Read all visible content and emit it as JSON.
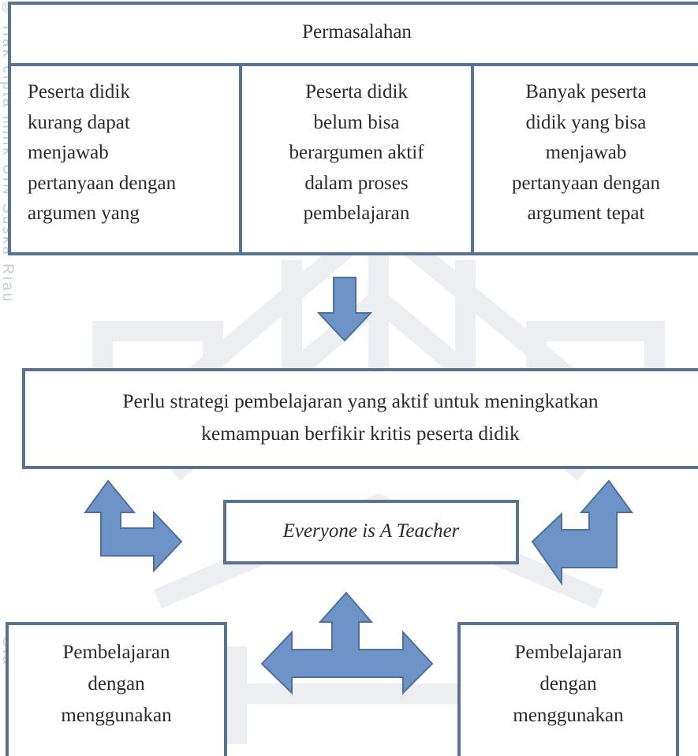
{
  "watermark_text_side": "© Hak cipta milik UIN Suska Riau",
  "watermark_text_bottom": "Sta",
  "colors": {
    "border": "#5a7292",
    "arrow_fill": "#6e93c6",
    "arrow_stroke": "#4f6f9c",
    "watermark": "#eceef1",
    "text": "#2b2b2b"
  },
  "problems": {
    "header": "Permasalahan",
    "items": [
      {
        "lines": [
          "Peserta didik",
          "kurang dapat",
          "menjawab",
          "pertanyaan dengan",
          "argumen yang"
        ]
      },
      {
        "lines": [
          "Peserta didik",
          "belum bisa",
          "berargumen aktif",
          "dalam proses",
          "pembelajaran"
        ]
      },
      {
        "lines": [
          "Banyak peserta",
          "didik yang bisa",
          "menjawab",
          "pertanyaan dengan",
          "argument tepat"
        ]
      }
    ]
  },
  "need": {
    "lines": [
      "Perlu strategi pembelajaran yang aktif untuk meningkatkan",
      "kemampuan berfikir kritis peserta didik"
    ]
  },
  "strategy": {
    "label": "Everyone is A Teacher"
  },
  "learning_left": {
    "lines": [
      "Pembelajaran",
      "dengan",
      "menggunakan"
    ]
  },
  "learning_right": {
    "lines": [
      "Pembelajaran",
      "dengan",
      "menggunakan"
    ]
  }
}
